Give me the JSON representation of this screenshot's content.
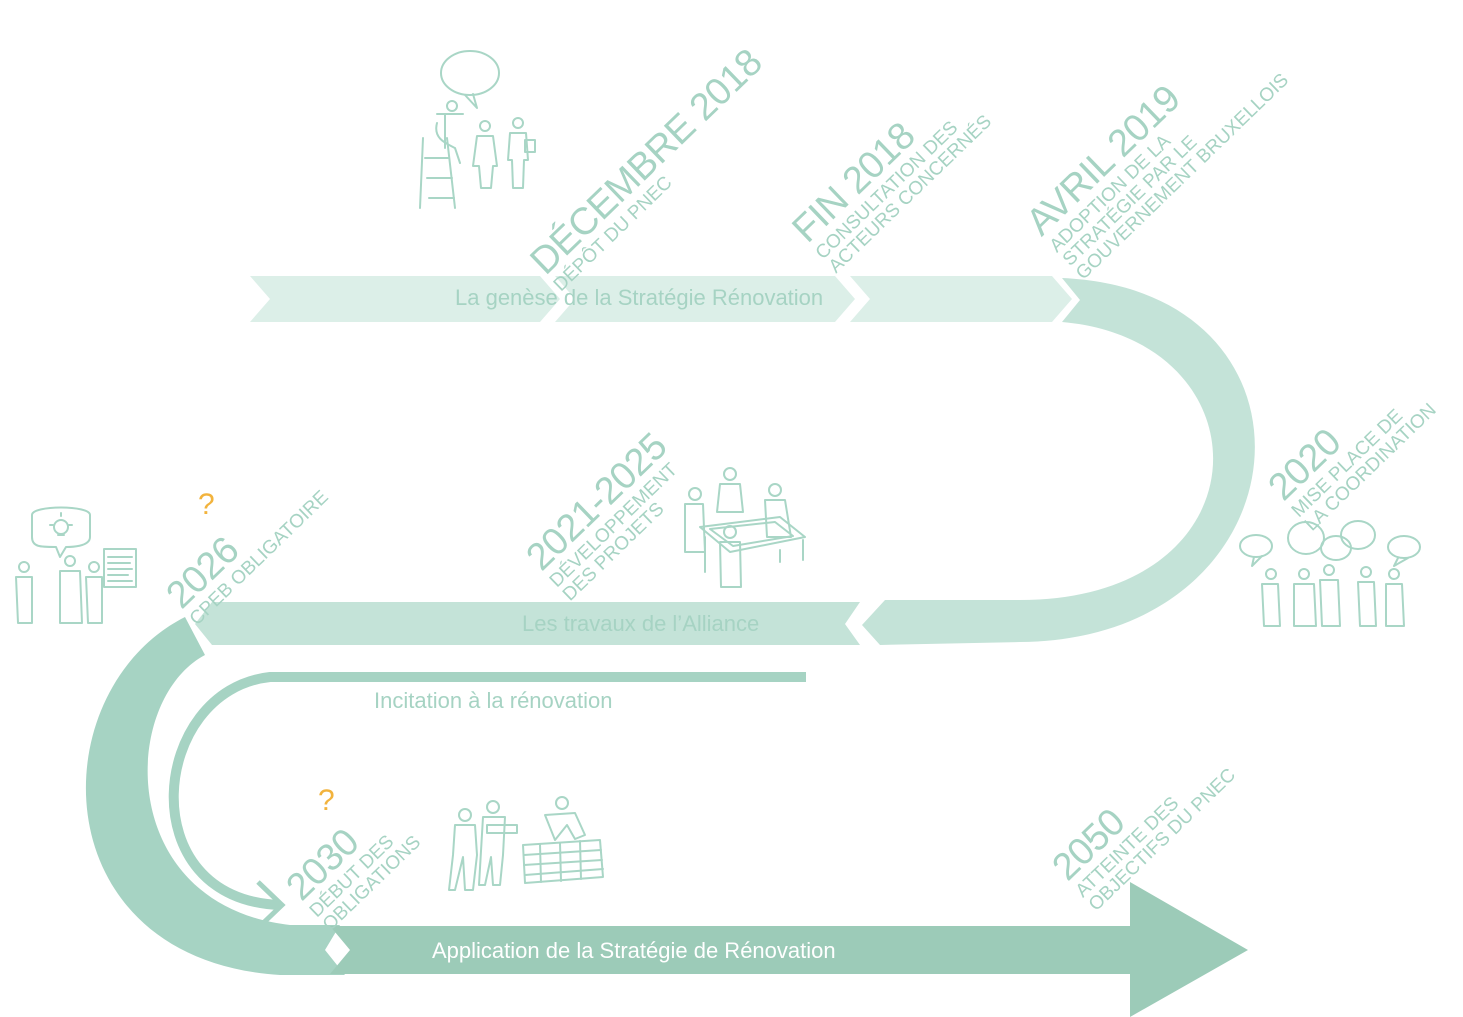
{
  "colors": {
    "band_light": "#dcefe8",
    "band_mid": "#c4e3d8",
    "band_dark": "#9ccbb8",
    "text_green": "#a6d3c3",
    "question_mark": "#f2b33d"
  },
  "bands": {
    "top": "La genèse de la Stratégie Rénovation",
    "middle": "Les travaux de l’Alliance",
    "incitation": "Incitation à la rénovation",
    "bottom": "Application de la Stratégie de Rénovation"
  },
  "milestones": {
    "dec2018": {
      "year": "DÉCEMBRE 2018",
      "lines": [
        "DÉPÔT DU PNEC"
      ]
    },
    "fin2018": {
      "year": "FIN 2018",
      "lines": [
        "CONSULTATION DES",
        "ACTEURS CONCERNÉS"
      ]
    },
    "avr2019": {
      "year": "AVRIL 2019",
      "lines": [
        "ADOPTION DE LA",
        "STRATÉGIE PAR LE",
        "GOUVERNEMENT BRUXELLOIS"
      ]
    },
    "y2020": {
      "year": "2020",
      "lines": [
        "MISE PLACE DE",
        "LA COORDINATION"
      ]
    },
    "y2021": {
      "year": "2021-2025",
      "lines": [
        "DÉVELOPPEMENT",
        "DES PROJETS"
      ]
    },
    "y2026": {
      "year": "2026",
      "lines": [
        "CPEB OBLIGATOIRE"
      ],
      "mark": "?"
    },
    "y2030": {
      "year": "2030",
      "lines": [
        "DÉBUT DES",
        "OBLIGATIONS"
      ],
      "mark": "?"
    },
    "y2050": {
      "year": "2050",
      "lines": [
        "ATTEINTE DES",
        "OBJECTIFS DU PNEC"
      ]
    }
  },
  "icons": [
    "speech-ladder-people-icon",
    "meeting-table-icon",
    "speech-bubbles-group-icon",
    "lightbulb-presentation-icon",
    "bricklayers-icon"
  ]
}
